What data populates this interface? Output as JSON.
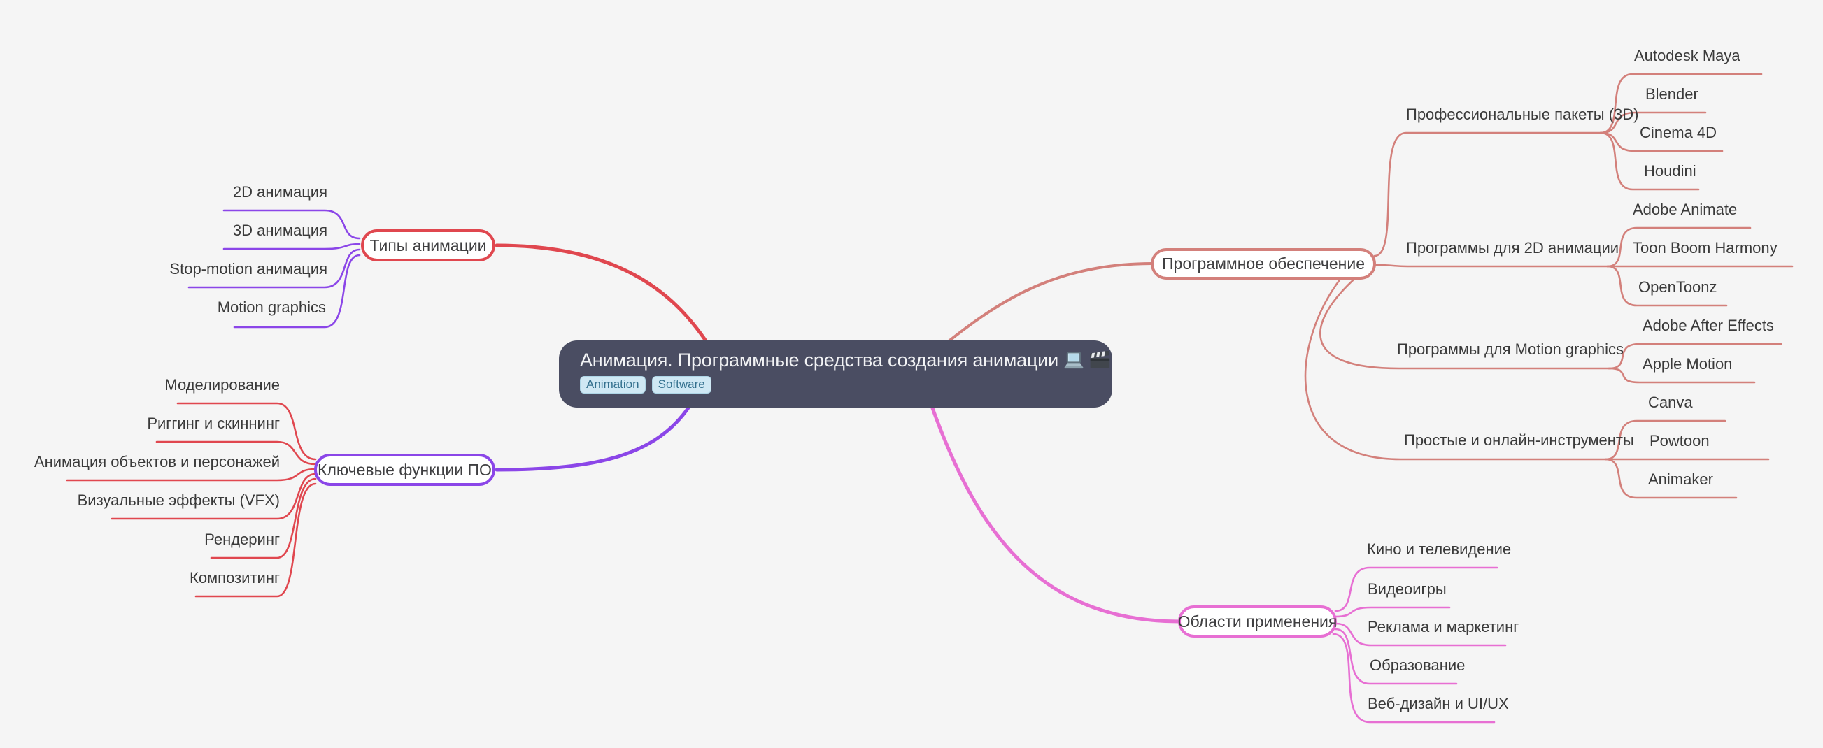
{
  "theme": {
    "bg": "#f5f5f5",
    "center_bg": "#4a4d62",
    "center_text": "#f2f3f5",
    "badge_bg": "#cfe8f4",
    "badge_text": "#33708e",
    "badge_border": "#aed5e6",
    "red": "#e0474f",
    "purple": "#8b46e8",
    "salmon": "#d3807b",
    "pink": "#e76fd3",
    "node_bg": "#ffffff",
    "node_text": "#3f3f41",
    "leaf_text": "#3a3a3a"
  },
  "root": {
    "title": "Анимация. Программные средства создания анимации",
    "icons": [
      {
        "name": "laptop-emoji",
        "glyph": "💻"
      },
      {
        "name": "clapperboard-emoji",
        "glyph": "🎬"
      }
    ],
    "badges": [
      {
        "label": "Animation"
      },
      {
        "label": "Software"
      }
    ]
  },
  "branches": [
    {
      "label": "Типы анимации",
      "color": "#e0474f",
      "children_color": "#8b46e8",
      "children": [
        "2D анимация",
        "3D анимация",
        "Stop-motion анимация",
        "Motion graphics"
      ]
    },
    {
      "label": "Ключевые функции ПО",
      "color": "#8b46e8",
      "children_color": "#e0474f",
      "children": [
        "Моделирование",
        "Риггинг и скиннинг",
        "Анимация объектов и персонажей",
        "Визуальные эффекты (VFX)",
        "Рендеринг",
        "Композитинг"
      ]
    },
    {
      "label": "Программное обеспечение",
      "color": "#d3807b",
      "children_color": "#d3807b",
      "groups": [
        {
          "label": "Профессиональные пакеты (3D)",
          "children": [
            "Autodesk Maya",
            "Blender",
            "Cinema 4D",
            "Houdini"
          ]
        },
        {
          "label": "Программы для 2D анимации",
          "children": [
            "Adobe Animate",
            "Toon Boom Harmony",
            "OpenToonz"
          ]
        },
        {
          "label": "Программы для Motion graphics",
          "children": [
            "Adobe After Effects",
            "Apple Motion"
          ]
        },
        {
          "label": "Простые и онлайн-инструменты",
          "children": [
            "Canva",
            "Powtoon",
            "Animaker"
          ]
        }
      ]
    },
    {
      "label": "Области применения",
      "color": "#e76fd3",
      "children_color": "#e76fd3",
      "children": [
        "Кино и телевидение",
        "Видеоигры",
        "Реклама и маркетинг",
        "Образование",
        "Веб-дизайн и UI/UX"
      ]
    }
  ]
}
